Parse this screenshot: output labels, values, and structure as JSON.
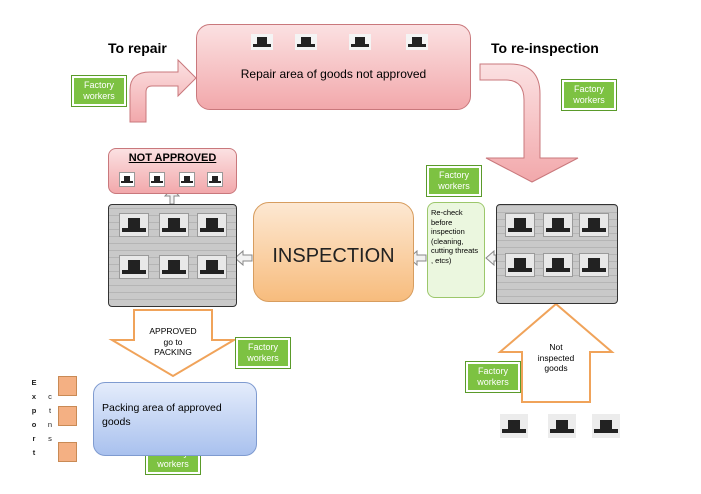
{
  "labels": {
    "to_repair": "To repair",
    "to_reinspection": "To re-inspection",
    "repair_area": "Repair area of goods not approved",
    "not_approved": "NOT APPROVED",
    "inspection": "INSPECTION",
    "recheck": "Re-check before inspection (cleaning, cutting threats , etcs)",
    "approved_line1": "APPROVED",
    "approved_line2": "go to",
    "approved_line3": "PACKING",
    "packing_area": "Packing area of approved goods",
    "not_inspected_line1": "Not",
    "not_inspected_line2": "inspected",
    "not_inspected_line3": "goods",
    "export_vertical": [
      "E",
      "x",
      "p",
      "o",
      "r",
      "t"
    ],
    "ctns_vertical": [
      "c",
      "t",
      "n",
      "s"
    ]
  },
  "factory_workers": [
    "Factory workers",
    "Factory workers",
    "Factory workers",
    "Factory workers",
    "Factory workers",
    "Factory workers"
  ],
  "icons": {
    "hat": "hat-icon",
    "arrow": "arrow"
  },
  "colors": {
    "repair": "#f2a8ab",
    "inspection": "#f7bc7d",
    "recheck": "#ebf7df",
    "packing": "#a9c1ee",
    "factory_workers": "#7dc242",
    "carton": "#f4b083"
  }
}
